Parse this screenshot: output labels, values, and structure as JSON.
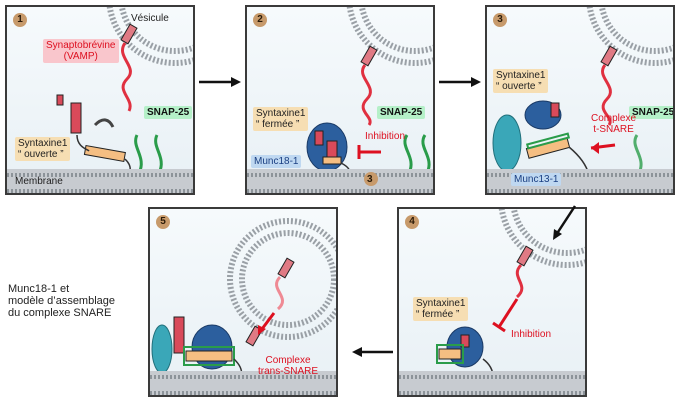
{
  "panels": [
    {
      "num": "1",
      "vesicule": "Vésicule",
      "vamp": "Synaptobrévine\n(VAMP)",
      "syntaxine": "Syntaxine1\n“ ouverte ”",
      "snap": "SNAP-25",
      "membrane": "Membrane"
    },
    {
      "num": "2",
      "syntaxine": "Syntaxine1\n“ fermée ”",
      "snap": "SNAP-25",
      "munc18": "Munc18-1",
      "inhibition": "Inhibition",
      "marker": "3"
    },
    {
      "num": "3",
      "syntaxine": "Syntaxine1\n“ ouverte ”",
      "snap": "SNAP-25",
      "complexe": "Complexe\nt-SNARE",
      "munc13": "Munc13-1"
    },
    {
      "num": "4",
      "syntaxine": "Syntaxine1\n“ fermée ”",
      "inhibition": "Inhibition"
    },
    {
      "num": "5",
      "complexe": "Complexe\ntrans-SNARE"
    }
  ],
  "side_label": "Munc18-1 et\nmodèle d’assemblage\ndu complexe SNARE",
  "colors": {
    "vamp": "#e03040",
    "snap": "#2a9c4a",
    "syntaxine": "#f5be82",
    "munc": "#2c5f9e",
    "munc13": "#3aa7b8",
    "membrane": "#9aa0a6"
  }
}
